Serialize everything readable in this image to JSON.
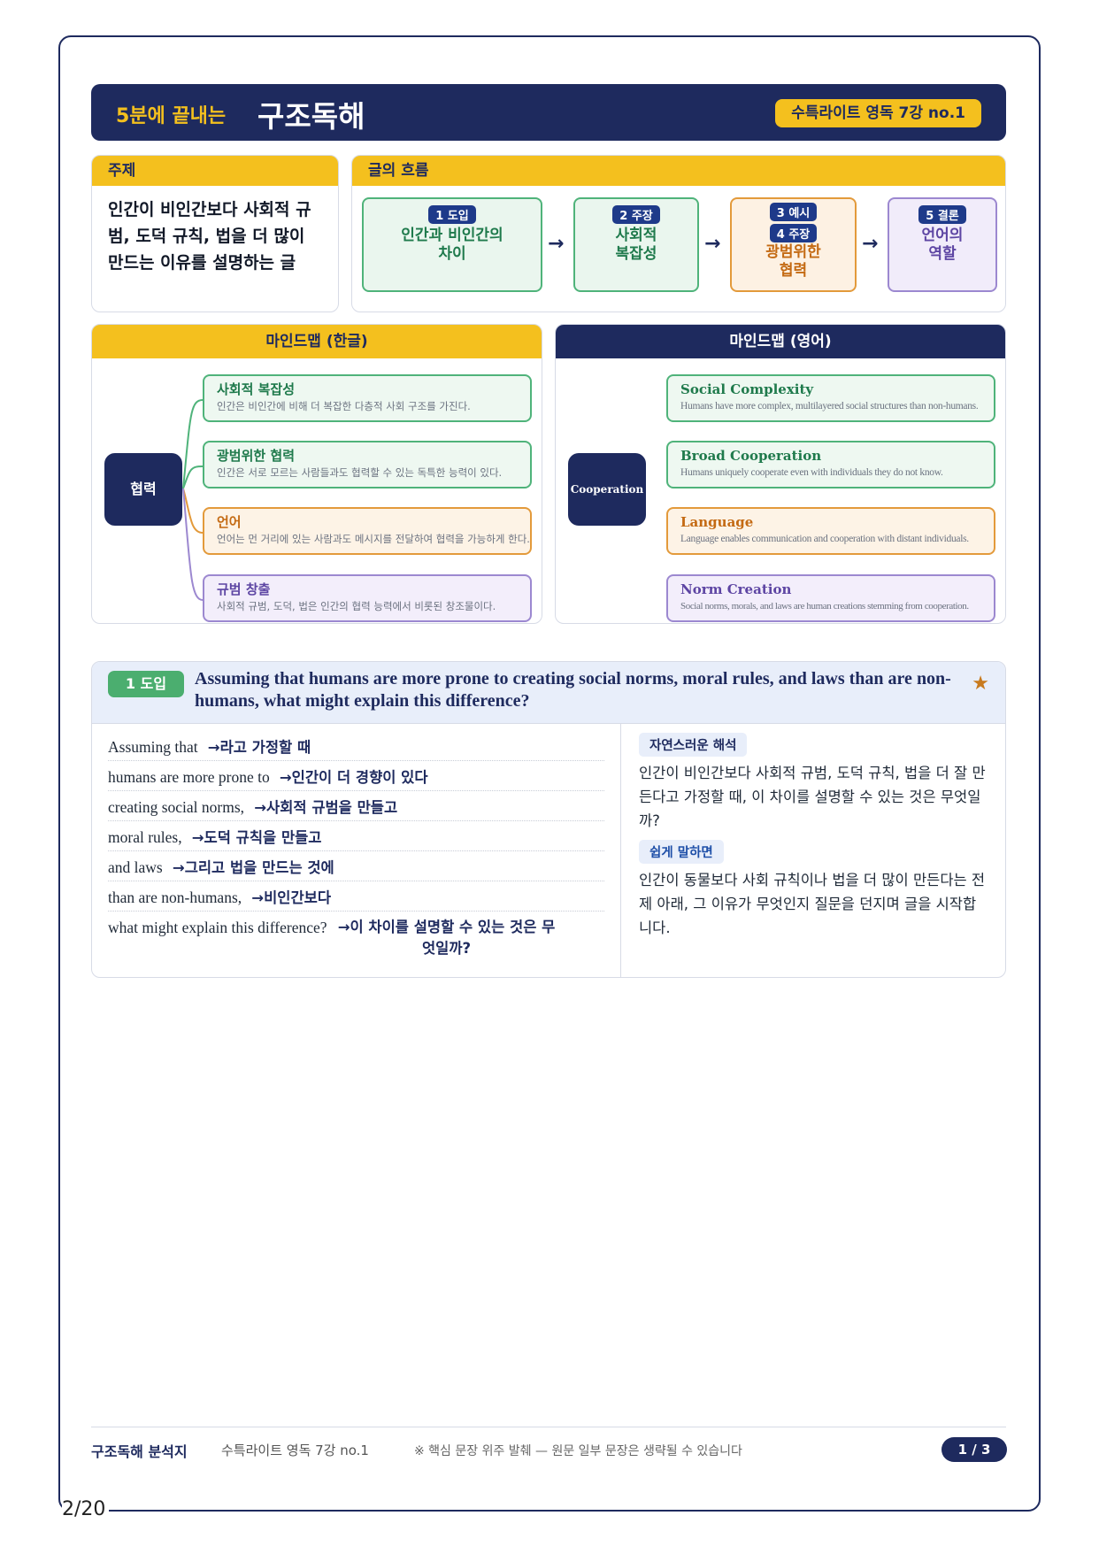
{
  "header": {
    "subtitle": "5분에 끝내는",
    "title": "구조독해",
    "badge": "수특라이트 영독 7강 no.1"
  },
  "topic": {
    "label": "주제",
    "text": "인간이 비인간보다 사회적 규범, 도덕 규칙, 법을 더 많이 만드는 이유를 설명하는 글"
  },
  "flow": {
    "label": "글의 흐름",
    "nodes": [
      {
        "num": "1 도입",
        "label": "인간과 비인간의\n차이"
      },
      {
        "num": "2 주장",
        "label": "사회적\n복잡성"
      },
      {
        "num": "3 예시",
        "num2": "4 주장",
        "label": "광범위한\n협력"
      },
      {
        "num": "5 결론",
        "label": "언어의\n역할"
      }
    ],
    "arrow": "→"
  },
  "mindmap_ko": {
    "label": "마인드맵 (한글)",
    "root": "협력",
    "items": [
      {
        "title": "사회적 복잡성",
        "desc": "인간은 비인간에 비해 더 복잡한 다층적 사회 구조를 가진다."
      },
      {
        "title": "광범위한 협력",
        "desc": "인간은 서로 모르는 사람들과도 협력할 수 있는 독특한 능력이 있다."
      },
      {
        "title": "언어",
        "desc": "언어는 먼 거리에 있는 사람과도 메시지를 전달하여 협력을 가능하게 한다."
      },
      {
        "title": "규범 창출",
        "desc": "사회적 규범, 도덕, 법은 인간의 협력 능력에서 비롯된 창조물이다."
      }
    ]
  },
  "mindmap_en": {
    "label": "마인드맵 (영어)",
    "root": "Cooperation",
    "items": [
      {
        "title": "Social Complexity",
        "desc": "Humans have more complex, multilayered social structures than non-humans."
      },
      {
        "title": "Broad Cooperation",
        "desc": "Humans uniquely cooperate even with individuals they do not know."
      },
      {
        "title": "Language",
        "desc": "Language enables communication and cooperation with distant individuals."
      },
      {
        "title": "Norm Creation",
        "desc": "Social norms, morals, and laws are human creations stemming from cooperation."
      }
    ]
  },
  "sentence": {
    "tag": "1 도입",
    "english": "Assuming that humans are more prone to creating social norms, moral rules, and laws than are non-humans, what might explain this difference?",
    "star": "★",
    "rows": [
      {
        "en": "Assuming that",
        "ko": "→라고 가정할 때"
      },
      {
        "en": "humans are more prone to",
        "ko": "→인간이 더 경향이 있다"
      },
      {
        "en": "creating social norms,",
        "ko": "→사회적 규범을 만들고"
      },
      {
        "en": "moral rules,",
        "ko": "→도덕 규칙을 만들고"
      },
      {
        "en": "and laws",
        "ko": "→그리고 법을 만드는 것에"
      },
      {
        "en": "than are non-humans,",
        "ko": "→비인간보다"
      },
      {
        "en": "what might explain this difference?",
        "ko": "→이 차이를 설명할 수 있는 것은 무엇일까?"
      }
    ],
    "natural_label": "자연스러운 해석",
    "natural_text": "인간이 비인간보다 사회적 규범, 도덕 규칙, 법을 더 잘 만든다고 가정할 때, 이 차이를 설명할 수 있는 것은 무엇일까?",
    "easy_label": "쉽게 말하면",
    "easy_text": "인간이 동물보다 사회 규칙이나 법을 더 많이 만든다는 전제 아래, 그 이유가 무엇인지 질문을 던지며 글을 시작합니다."
  },
  "footer": {
    "title": "구조독해 분석지",
    "source": "수특라이트 영독 7강 no.1",
    "note": "※ 핵심 문장 위주 발췌 — 원문 일부 문장은 생략될 수 있습니다",
    "page": "1 / 3"
  },
  "page_counter": "2/20",
  "colors": {
    "navy": "#1e2a5e",
    "yellow": "#f4c01e",
    "green": "#4fb37a",
    "orange": "#e39a3b",
    "purple": "#9c88d0"
  }
}
